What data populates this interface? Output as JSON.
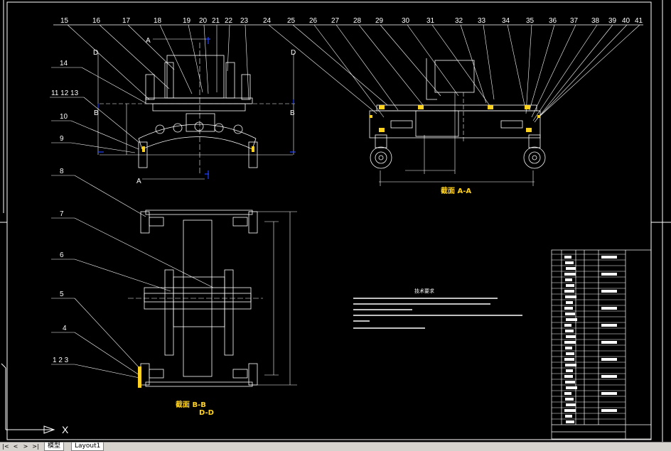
{
  "drawing": {
    "part_numbers_top": [
      "15",
      "16",
      "17",
      "18",
      "19",
      "20",
      "21",
      "22",
      "23",
      "24",
      "25",
      "26",
      "27",
      "28",
      "29",
      "30",
      "31",
      "32",
      "33",
      "34",
      "35",
      "36",
      "37",
      "38",
      "39",
      "40",
      "41"
    ],
    "part_numbers_left": [
      "14",
      "11 12 13",
      "10",
      "9",
      "8",
      "7",
      "6",
      "5",
      "4",
      "1 2 3"
    ],
    "section_markers": {
      "a_top": "A",
      "a_bottom": "A",
      "d_left": "D",
      "d_right": "D",
      "b_left": "B",
      "b_right": "B"
    },
    "section_aa_label": "截面  A-A",
    "section_bb_label": "截面  B-B",
    "section_dd_label": "D-D",
    "tech_requirements_title": "技术要求"
  },
  "ucs": {
    "x_label": "X"
  },
  "tabs": {
    "model": "模型",
    "layout1": "Layout1"
  },
  "colors": {
    "line": "#ffffff",
    "yellow": "#ffd21f",
    "blue": "#2040ff",
    "bg": "#000000",
    "tabbar": "#d6d3ce"
  }
}
